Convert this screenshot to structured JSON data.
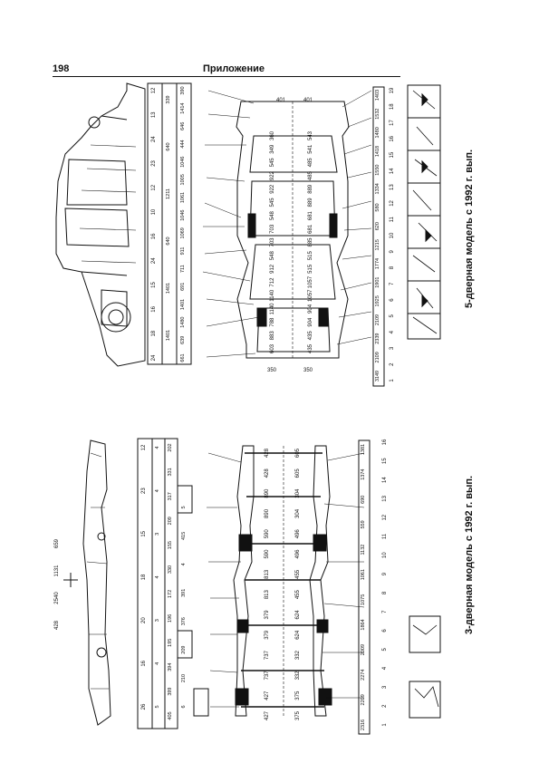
{
  "header": {
    "page_number": "198",
    "title": "Приложение"
  },
  "top_diagram": {
    "caption": "5-дверная модель с 1992 г. вып.",
    "top_row": [
      "401",
      "401"
    ],
    "body_dims": [
      "360",
      "349",
      "545",
      "922",
      "922",
      "545",
      "548",
      "703",
      "703",
      "548",
      "912",
      "712",
      "1140",
      "1140",
      "788",
      "883",
      "603",
      "543",
      "541",
      "485",
      "485",
      "889",
      "889",
      "681",
      "681",
      "885",
      "515",
      "515",
      "1057",
      "1057",
      "904",
      "904",
      "435",
      "435"
    ],
    "bottom_row": [
      "350",
      "350"
    ],
    "spec_table": {
      "codes": [
        "12",
        "13",
        "24",
        "23",
        "12",
        "10",
        "16",
        "24",
        "15",
        "16",
        "18",
        "24"
      ],
      "row1": [
        "390",
        "1414",
        "646",
        "444",
        "1046",
        "1005",
        "1061",
        "1046",
        "1069",
        "911",
        "711",
        "691",
        "1401",
        "1480",
        "639",
        "661"
      ],
      "row2": [
        "339",
        "640",
        "1211",
        "640",
        "1401",
        "1401"
      ]
    },
    "right_numbers": [
      "1",
      "2",
      "3",
      "4",
      "5",
      "6",
      "7",
      "8",
      "9",
      "10",
      "11",
      "12",
      "13",
      "14",
      "15",
      "16",
      "17",
      "18",
      "19"
    ],
    "right_dims": [
      "3149",
      "2109",
      "2339",
      "2109",
      "1925",
      "1901",
      "1774",
      "1215",
      "620",
      "580",
      "1334",
      "1550",
      "1418",
      "1480",
      "1532",
      "1403"
    ]
  },
  "bottom_diagram": {
    "caption": "3-дверная модель с 1992 г. вып.",
    "left_dims": [
      "428",
      "2540",
      "1131",
      "659"
    ],
    "spec_table": {
      "codes": [
        "26",
        "16",
        "20",
        "18",
        "15",
        "23",
        "12"
      ],
      "row1": [
        "5",
        "4",
        "3",
        "4",
        "3",
        "4",
        "4"
      ],
      "row2": [
        "405",
        "399",
        "394",
        "195",
        "196",
        "172",
        "330",
        "155",
        "209",
        "317",
        "331",
        "202"
      ],
      "extra": [
        "5",
        "415",
        "4",
        "391",
        "376",
        "209",
        "210",
        "6"
      ]
    },
    "frame_dims": [
      "428",
      "428",
      "890",
      "890",
      "590",
      "590",
      "813",
      "813",
      "379",
      "379",
      "737",
      "737",
      "427",
      "427",
      "605",
      "605",
      "304",
      "304",
      "496",
      "496",
      "455",
      "455",
      "624",
      "624",
      "332",
      "332",
      "375",
      "375"
    ],
    "right_numbers": [
      "1",
      "2",
      "3",
      "4",
      "5",
      "6",
      "7",
      "8",
      "9",
      "10",
      "11",
      "12",
      "13",
      "14",
      "15",
      "16"
    ],
    "right_dims": [
      "2316",
      "2209",
      "2274",
      "2009",
      "1864",
      "1075",
      "1061",
      "1132",
      "559",
      "690",
      "1374",
      "1381"
    ]
  }
}
